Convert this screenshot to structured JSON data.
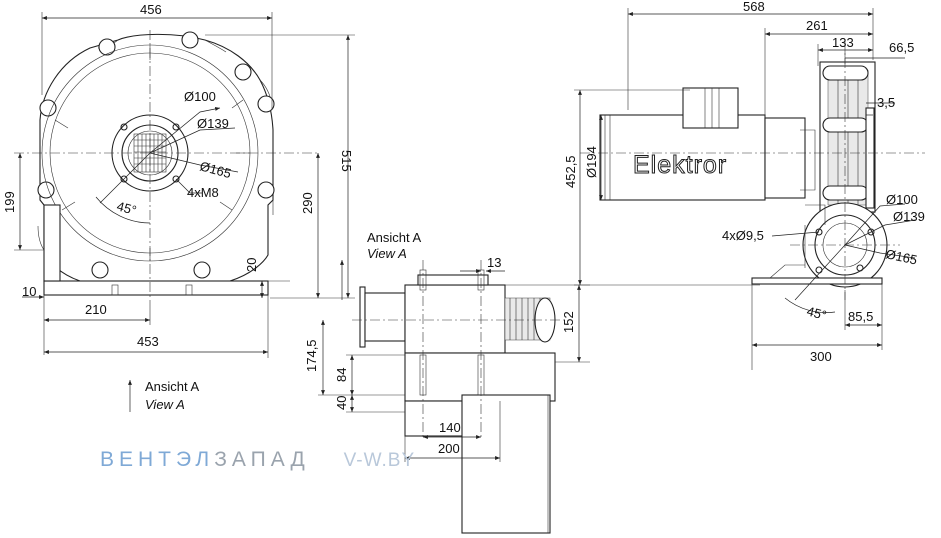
{
  "dims": {
    "width_456": "456",
    "height_515": "515",
    "d100_front": "Ø100",
    "d139_front": "Ø139",
    "d165_front": "Ø165",
    "bolts_m8": "4xM8",
    "angle_front": "45°",
    "h199": "199",
    "h290": "290",
    "h20": "20",
    "w10": "10",
    "w210": "210",
    "w453": "453",
    "h13": "13",
    "h152": "152",
    "h174_5": "174,5",
    "h84": "84",
    "h40": "40",
    "w140": "140",
    "w200": "200",
    "w568": "568",
    "w261": "261",
    "w133": "133",
    "w66_5": "66,5",
    "w3_5": "3,5",
    "h452_5": "452,5",
    "d194": "Ø194",
    "d100_side": "Ø100",
    "d139_side": "Ø139",
    "d165_side": "Ø165",
    "bolts_9_5": "4xØ9,5",
    "angle_side": "45°",
    "w85_5": "85,5",
    "w300": "300"
  },
  "labels": {
    "ansicht_de": "Ansicht A",
    "view_en": "View A",
    "ansicht_de_2": "Ansicht A",
    "view_en_2": "View A",
    "motor_brand": "Elektror"
  },
  "watermark": {
    "part1": "ВЕНТЭЛ",
    "part2": "ЗАПАД",
    "site": "V-W.BY"
  },
  "colors": {
    "line": "#222222",
    "watermark_blue": "#7fa9d6",
    "watermark_grey": "#9aa3ad"
  }
}
